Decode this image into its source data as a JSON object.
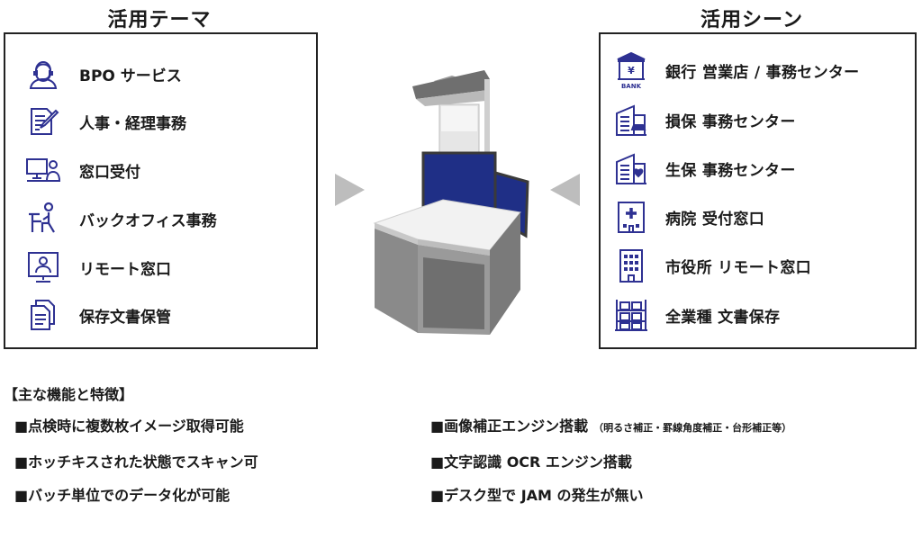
{
  "left": {
    "heading": "活用テーマ",
    "items": [
      {
        "label": "BPO サービス",
        "icon": "operator-headset-icon"
      },
      {
        "label": "人事・経理事務",
        "icon": "document-pen-icon"
      },
      {
        "label": "窓口受付",
        "icon": "reception-desk-icon"
      },
      {
        "label": "バックオフィス事務",
        "icon": "desk-worker-icon"
      },
      {
        "label": "リモート窓口",
        "icon": "remote-monitor-icon"
      },
      {
        "label": "保存文書保管",
        "icon": "documents-stack-icon"
      }
    ]
  },
  "right": {
    "heading": "活用シーン",
    "items": [
      {
        "label": "銀行 営業店 / 事務センター",
        "icon": "bank-icon",
        "icon_text": "BANK"
      },
      {
        "label": "損保 事務センター",
        "icon": "insurance-car-building-icon"
      },
      {
        "label": "生保 事務センター",
        "icon": "insurance-life-building-icon"
      },
      {
        "label": "病院 受付窓口",
        "icon": "hospital-icon"
      },
      {
        "label": "市役所 リモート窓口",
        "icon": "city-hall-icon"
      },
      {
        "label": "全業種 文書保存",
        "icon": "storage-shelf-icon"
      }
    ]
  },
  "features": {
    "title": "【主な機能と特徴】",
    "left": [
      "■点検時に複数枚イメージ取得可能",
      "■ホッチキスされた状態でスキャン可",
      "■バッチ単位でのデータ化が可能"
    ],
    "right": [
      {
        "text": "■画像補正エンジン搭載",
        "note": "（明るさ補正・罫線角度補正・台形補正等）"
      },
      {
        "text": "■文字認識 OCR エンジン搭載",
        "note": ""
      },
      {
        "text": "■デスク型で JAM の発生が無い",
        "note": ""
      }
    ]
  },
  "colors": {
    "icon": "#2e3192",
    "panel_border": "#222222",
    "arrow": "#bdbdbd",
    "screen": "#1f2f86"
  }
}
